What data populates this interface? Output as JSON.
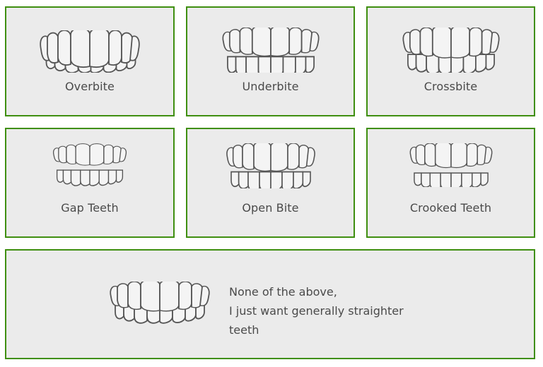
{
  "options": [
    {
      "id": "overbite",
      "label": "Overbite",
      "icon": "overbite-teeth-icon"
    },
    {
      "id": "underbite",
      "label": "Underbite",
      "icon": "underbite-teeth-icon"
    },
    {
      "id": "crossbite",
      "label": "Crossbite",
      "icon": "crossbite-teeth-icon"
    },
    {
      "id": "gap-teeth",
      "label": "Gap Teeth",
      "icon": "gap-teeth-icon"
    },
    {
      "id": "open-bite",
      "label": "Open Bite",
      "icon": "open-bite-teeth-icon"
    },
    {
      "id": "crooked-teeth",
      "label": "Crooked Teeth",
      "icon": "crooked-teeth-icon"
    }
  ],
  "none_option": {
    "line1": "None of the above,",
    "line2": "I just want generally straighter",
    "line3": "teeth",
    "icon": "straight-teeth-icon"
  },
  "colors": {
    "border": "#3f8f10",
    "card_bg": "#ebebeb",
    "text": "#4a4a4a"
  }
}
